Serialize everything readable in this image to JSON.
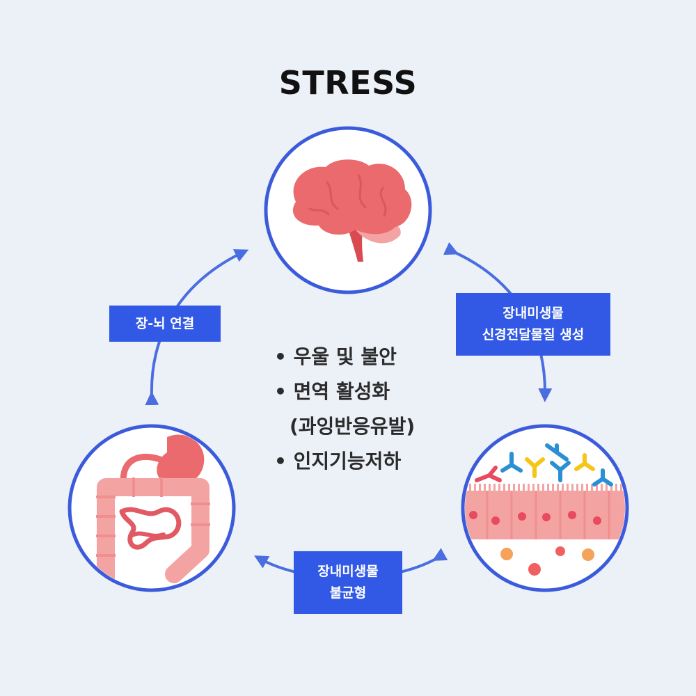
{
  "title": "STRESS",
  "labels": {
    "gut_brain": "장-뇌 연결",
    "neurotransmitter": [
      "장내미생물",
      "신경전달물질 생성"
    ],
    "imbalance": [
      "장내미생물",
      "불균형"
    ]
  },
  "center_list": [
    "• 우울 및 불안",
    "• 면역 활성화",
    "(과잉반응유발)",
    "• 인지기능저하"
  ],
  "icons": [
    "brain-icon",
    "intestine-icon",
    "gut-lining-microbes-icon"
  ],
  "colors": {
    "accent": "#3159e6",
    "circle_border": "#3b5bdb",
    "brain": "#ea6a6d",
    "intestine": "#f4a3a3",
    "background": "#ecf1f8"
  }
}
